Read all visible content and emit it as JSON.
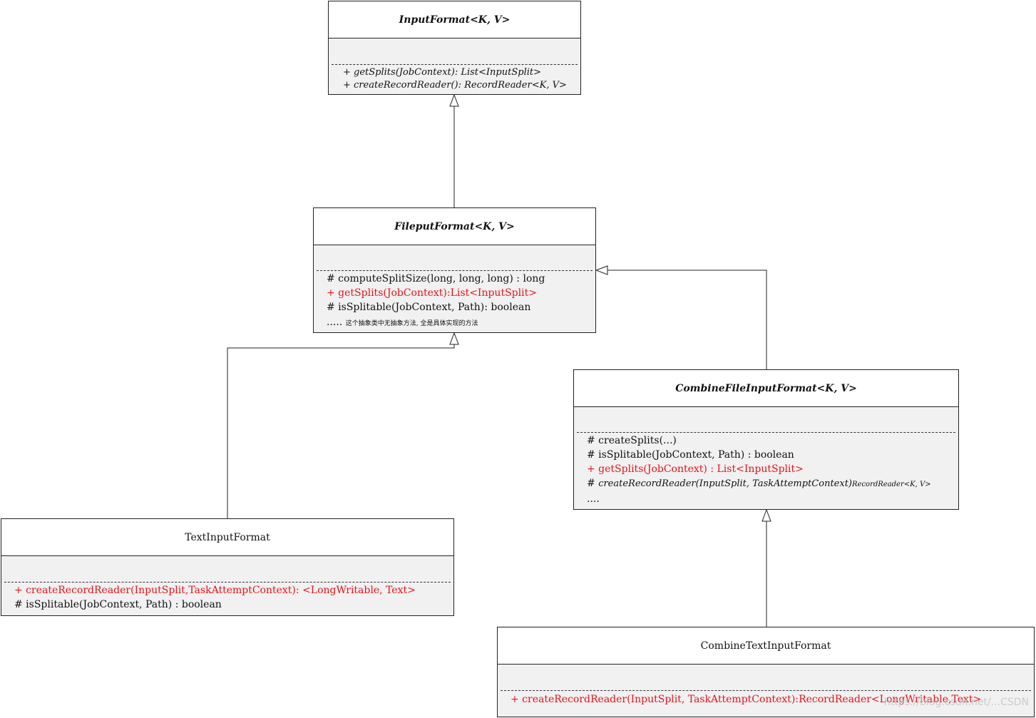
{
  "classes": {
    "input_format": {
      "name": "InputFormat<K, V>",
      "ops": [
        "+ getSplits(JobContext): List<InputSplit>",
        "+ createRecordReader():  RecordReader<K, V>"
      ]
    },
    "fileput_format": {
      "name": "FileputFormat<K, V>",
      "ops": [
        "# computeSplitSize(long, long, long) : long",
        "+ getSplits(JobContext):List<InputSplit>",
        "# isSplitable(JobContext, Path): boolean"
      ],
      "note_dots": ".....",
      "note": "这个抽象类中无抽象方法, 全是具体实现的方法"
    },
    "combine_file_input_format": {
      "name": "CombineFileInputFormat<K, V>",
      "ops": [
        "# createSplits(...)",
        "# isSplitable(JobContext, Path) : boolean",
        "+ getSplits(JobContext) : List<InputSplit>"
      ],
      "op4_prefix": "# ",
      "op4_method": "createRecordReader(InputSplit, TaskAttemptContext)",
      "op4_return": "RecordReader<K, V>",
      "more": "...."
    },
    "text_input_format": {
      "name": "TextInputFormat",
      "ops": [
        "+ createRecordReader(InputSplit,TaskAttemptContext): <LongWritable, Text>",
        "# isSplitable(JobContext, Path) : boolean"
      ]
    },
    "combine_text_input_format": {
      "name": "CombineTextInputFormat",
      "ops": [
        "+ createRecordReader(InputSplit, TaskAttemptContext):RecordReader<LongWritable,Text>"
      ]
    }
  },
  "colors": {
    "public_highlight": "#e8121b",
    "box_fill": "#f1f1f1",
    "title_fill": "#ffffff"
  },
  "watermark": "https://blog.csdn.net/...CSDN"
}
